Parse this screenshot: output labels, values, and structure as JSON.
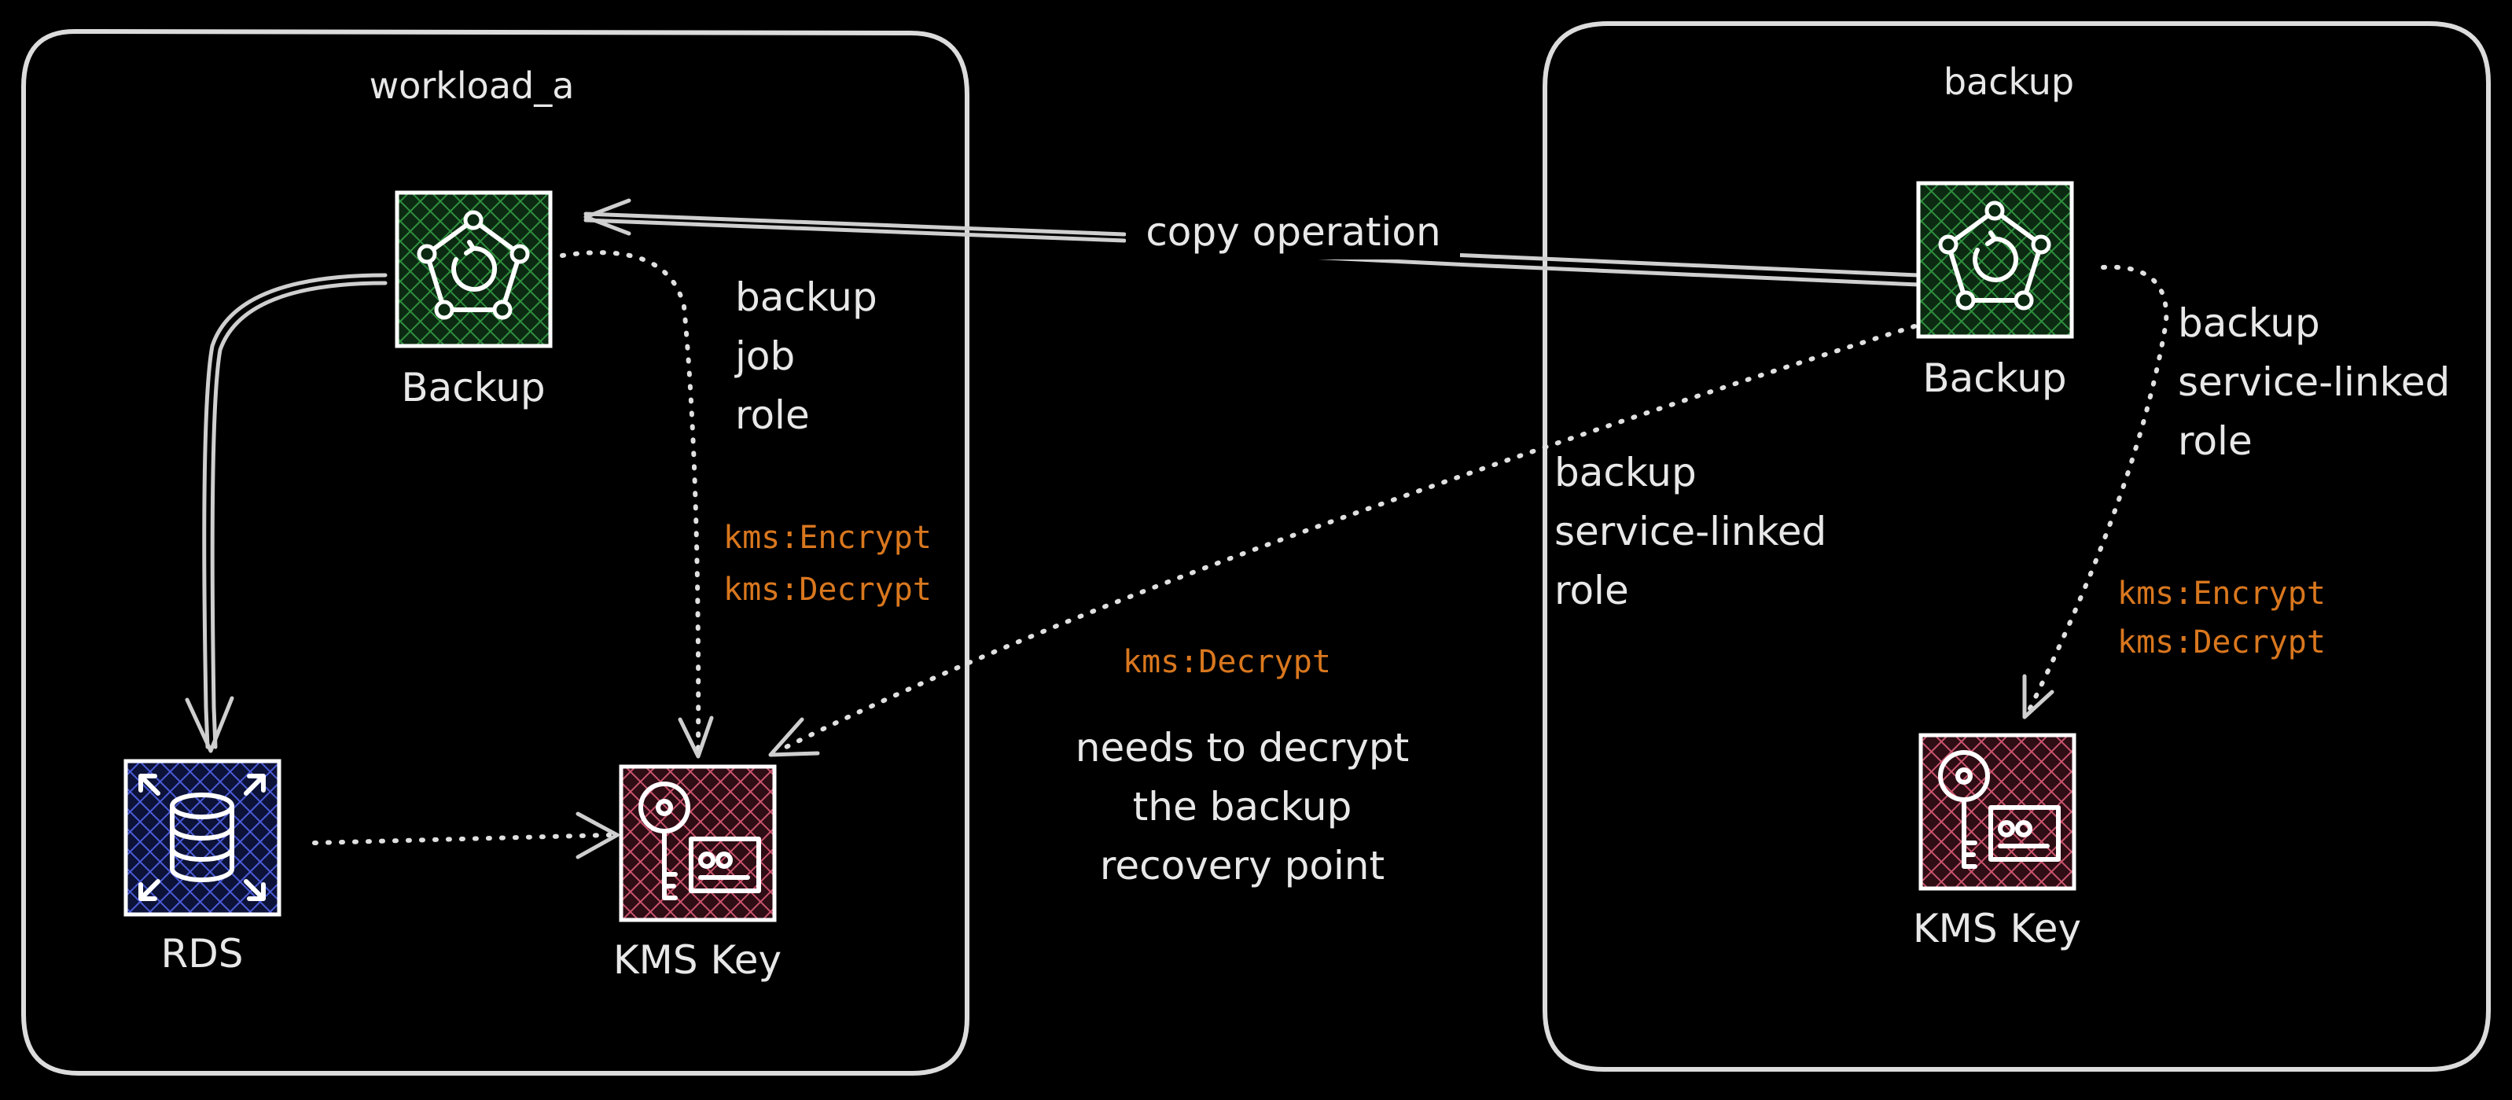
{
  "accounts": {
    "workload": {
      "label": "workload_a"
    },
    "backup": {
      "label": "backup"
    }
  },
  "services": {
    "workload_backup": {
      "label": "Backup",
      "icon": "aws-backup-icon",
      "color": "#1e6b2b"
    },
    "rds": {
      "label": "RDS",
      "icon": "aws-rds-icon",
      "color": "#2e3aa0"
    },
    "workload_kms": {
      "label": "KMS Key",
      "icon": "aws-kms-icon",
      "color": "#b0445a"
    },
    "backup_backup": {
      "label": "Backup",
      "icon": "aws-backup-icon",
      "color": "#1e6b2b"
    },
    "backup_kms": {
      "label": "KMS Key",
      "icon": "aws-kms-icon",
      "color": "#b0445a"
    }
  },
  "edges": {
    "copy_operation": "copy operation",
    "workload_role": [
      "backup",
      "job",
      "role"
    ],
    "workload_perms": [
      "kms:Encrypt",
      "kms:Decrypt"
    ],
    "cross_role": [
      "backup",
      "service-linked",
      "role"
    ],
    "cross_perm": "kms:Decrypt",
    "cross_note": [
      "needs to decrypt",
      "the backup",
      "recovery point"
    ],
    "backup_role": [
      "backup",
      "service-linked",
      "role"
    ],
    "backup_perms": [
      "kms:Encrypt",
      "kms:Decrypt"
    ]
  },
  "colors": {
    "background": "#000000",
    "stroke": "#dcdcdc",
    "permission_text": "#d9771e"
  }
}
